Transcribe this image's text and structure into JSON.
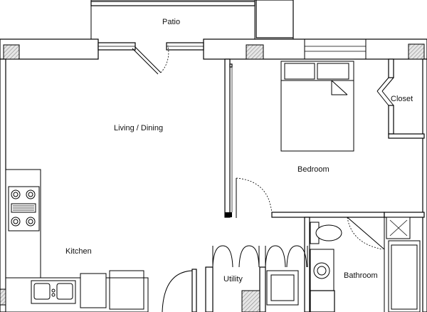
{
  "rooms": {
    "patio": "Patio",
    "living_dining": "Living / Dining",
    "closet": "Closet",
    "bedroom": "Bedroom",
    "kitchen": "Kitchen",
    "utility": "Utility",
    "bathroom": "Bathroom"
  },
  "colors": {
    "line": "#000000",
    "background": "#ffffff",
    "hatch": "#b8b8b8"
  }
}
